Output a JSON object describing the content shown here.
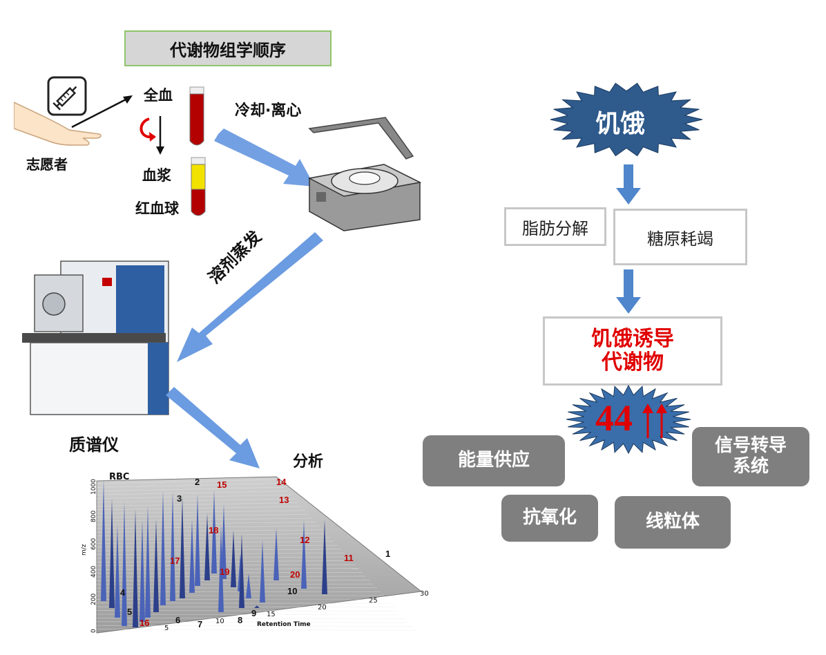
{
  "left": {
    "title": "代谢物组学顺序",
    "volunteer": "志愿者",
    "whole_blood": "全血",
    "plasma": "血浆",
    "rbc": "红血球",
    "centrifuge": "冷却·离心",
    "evaporation": "溶剂蒸发",
    "mass_spec": "质谱仪",
    "analysis": "分析"
  },
  "plot": {
    "series_label": "RBC",
    "x_label": "Retention Time",
    "y_label": "m/z",
    "x_ticks": [
      "5",
      "10",
      "15",
      "20",
      "25",
      "30"
    ],
    "y_ticks": [
      "0",
      "200",
      "400",
      "600",
      "800",
      "1000"
    ],
    "black_markers": [
      "1",
      "2",
      "3",
      "4",
      "5",
      "6",
      "7",
      "8",
      "9",
      "10"
    ],
    "red_markers": [
      "11",
      "12",
      "13",
      "14",
      "15",
      "16",
      "17",
      "18",
      "19",
      "20"
    ]
  },
  "right": {
    "hunger": "饥饿",
    "lipolysis": "脂肪分解",
    "glycogen": "糖原耗竭",
    "induced_line1": "饥饿诱导",
    "induced_line2": "代谢物",
    "count": "44",
    "energy": "能量供应",
    "signal": "信号转导系统",
    "antioxidation": "抗氧化",
    "mitochondria": "线粒体"
  },
  "colors": {
    "arrow_blue": "#5b8fd6",
    "star_blue": "#2e5a8c",
    "accent_red": "#e00000",
    "button_gray": "#7f7f7f"
  }
}
